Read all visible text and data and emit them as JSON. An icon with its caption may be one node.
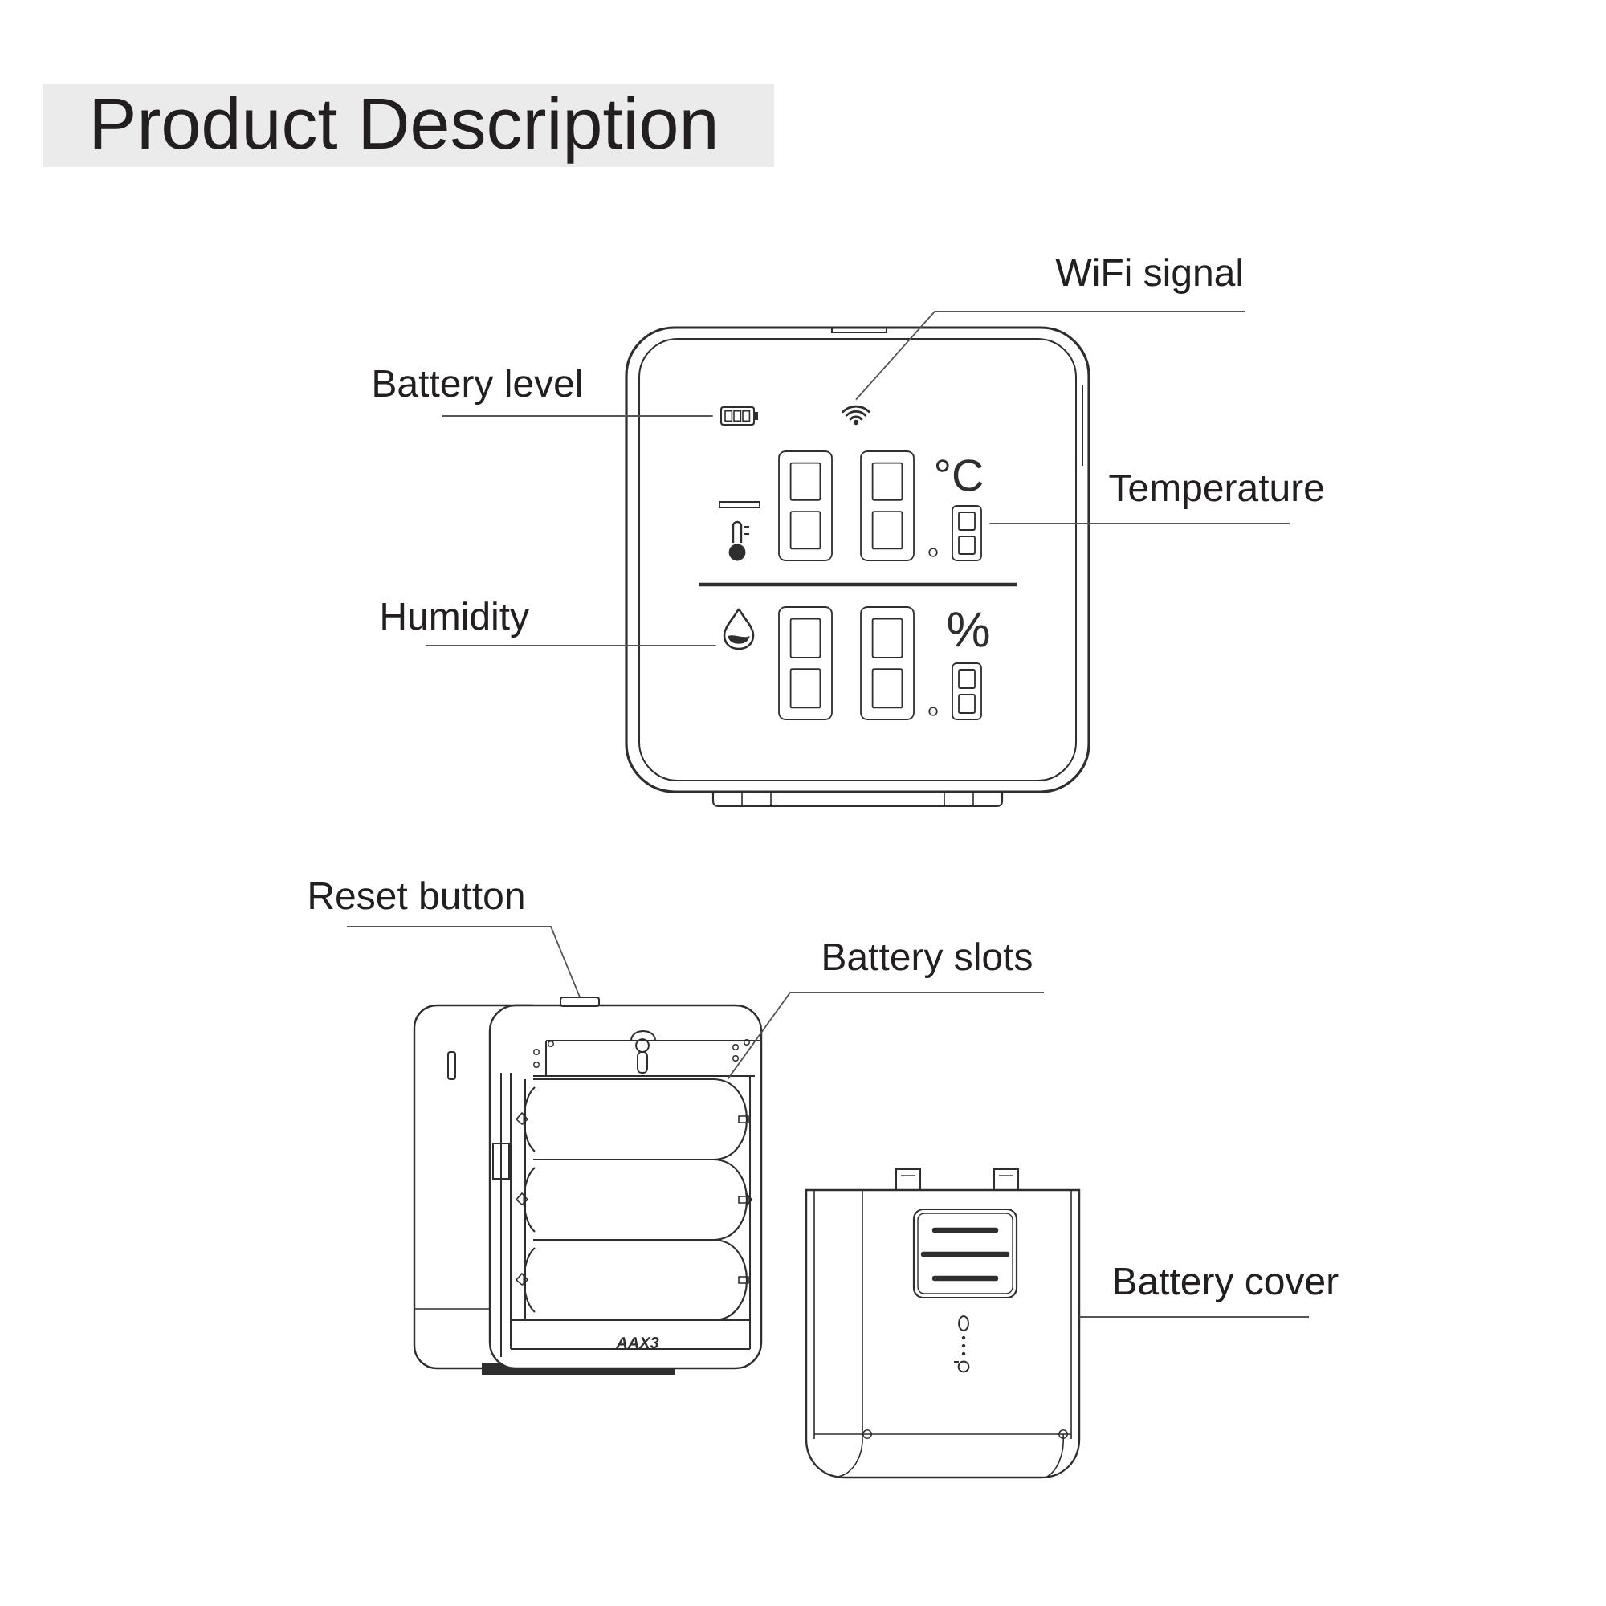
{
  "diagram": {
    "title": "Product Description",
    "nodes": [
      {
        "text": [
          "WiFi signal"
        ]
      },
      {
        "text": [
          "Battery level"
        ]
      },
      {
        "text": [
          "Temperature"
        ]
      },
      {
        "text": [
          "Humidity"
        ]
      },
      {
        "text": [
          "Reset button"
        ]
      },
      {
        "text": [
          "Battery slots"
        ]
      },
      {
        "text": [
          "Battery cover"
        ]
      },
      {
        "text": [],
        "shape": "picture"
      },
      {
        "text": [],
        "shape": "picture"
      },
      {
        "text": [],
        "shape": "picture"
      },
      {
        "text": [],
        "shape": "picture"
      },
      {
        "text": [],
        "shape": "cylinder"
      },
      {
        "text": [],
        "shape": "picture"
      },
      {
        "text": [],
        "shape": "picture"
      },
      {
        "text": [],
        "shape": "bar"
      }
    ],
    "edges": [
      {
        "from": 0,
        "to": 7,
        "arrow": "none"
      },
      {
        "from": 1,
        "to": 8,
        "arrow": "none"
      },
      {
        "from": 2,
        "to": 9,
        "arrow": "none"
      },
      {
        "from": 3,
        "to": 10,
        "arrow": "none"
      },
      {
        "from": 4,
        "to": 14,
        "arrow": "none"
      },
      {
        "from": 5,
        "to": 11,
        "arrow": "none"
      },
      {
        "from": 6,
        "to": 12,
        "arrow": "none"
      }
    ],
    "labels": [
      "°C",
      "%",
      "AAX3"
    ]
  }
}
